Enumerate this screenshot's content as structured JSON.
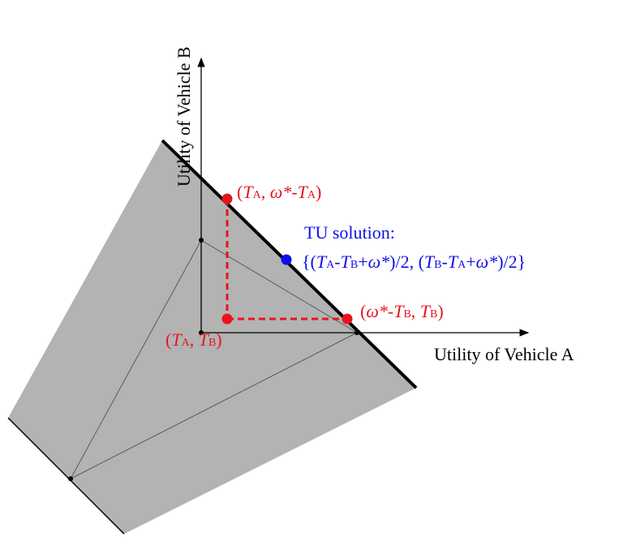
{
  "colors": {
    "region_fill": "#b3b3b3",
    "frontier": "#000000",
    "highlight": "#e8141b",
    "tu_solution": "#1010e8",
    "axis": "#000000",
    "guide_line": "#5a5a5a"
  },
  "axes": {
    "x_label": "Utility of Vehicle A",
    "y_label": "Utility of Vehicle B"
  },
  "symbols": {
    "T": "T",
    "A": "A",
    "B": "B",
    "omega_star": "ω*"
  },
  "labels": {
    "point_top": {
      "open": "(",
      "sep": ", ",
      "minus": "-",
      "close": ")"
    },
    "point_right": {
      "open": "(",
      "minus": "-",
      "sep": ", ",
      "close": ")"
    },
    "point_corner": {
      "open": "(",
      "sep": ", ",
      "close": ")"
    },
    "tu_title": "TU solution:",
    "tu_formula": {
      "open": "{(",
      "minus1": "-",
      "plus1": "+",
      "mid": ")/2, (",
      "minus2": "-",
      "plus2": "+",
      "close": ")/2}"
    }
  }
}
